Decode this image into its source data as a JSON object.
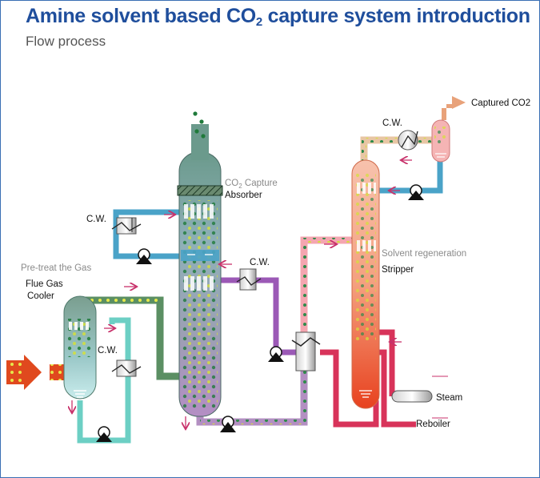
{
  "header": {
    "title_pre": "Amine solvent based CO",
    "title_sub": "2",
    "title_post": " capture system introduction",
    "subtitle": "Flow process"
  },
  "labels": {
    "co2_capture_pre": "CO",
    "co2_capture_sub": "2",
    "co2_capture_post": " Capture",
    "absorber": "Absorber",
    "pretreat": "Pre-treat the Gas",
    "flue_gas_1": "Flue Gas",
    "flue_gas_2": "Cooler",
    "cw_absorber": "C.W.",
    "cw_cooler": "C.W.",
    "cw_lean": "C.W.",
    "cw_condenser": "C.W.",
    "solvent_regen": "Solvent regeneration",
    "stripper": "Stripper",
    "captured_co2": "Captured CO2",
    "steam": "Steam",
    "reboiler": "Reboiler"
  },
  "colors": {
    "title": "#1f4e9c",
    "lean_solvent": "#4aa3c8",
    "rich_solvent": "#9b59b6",
    "flue_gas": "#e0491e",
    "gas_line": "#5b8f63",
    "steam_line": "#d8335a",
    "cooler_water": "#6ccfc4",
    "co2_gas": "#e8a27a",
    "stripper": "#f07a4a",
    "arrow": "#c8326b"
  }
}
